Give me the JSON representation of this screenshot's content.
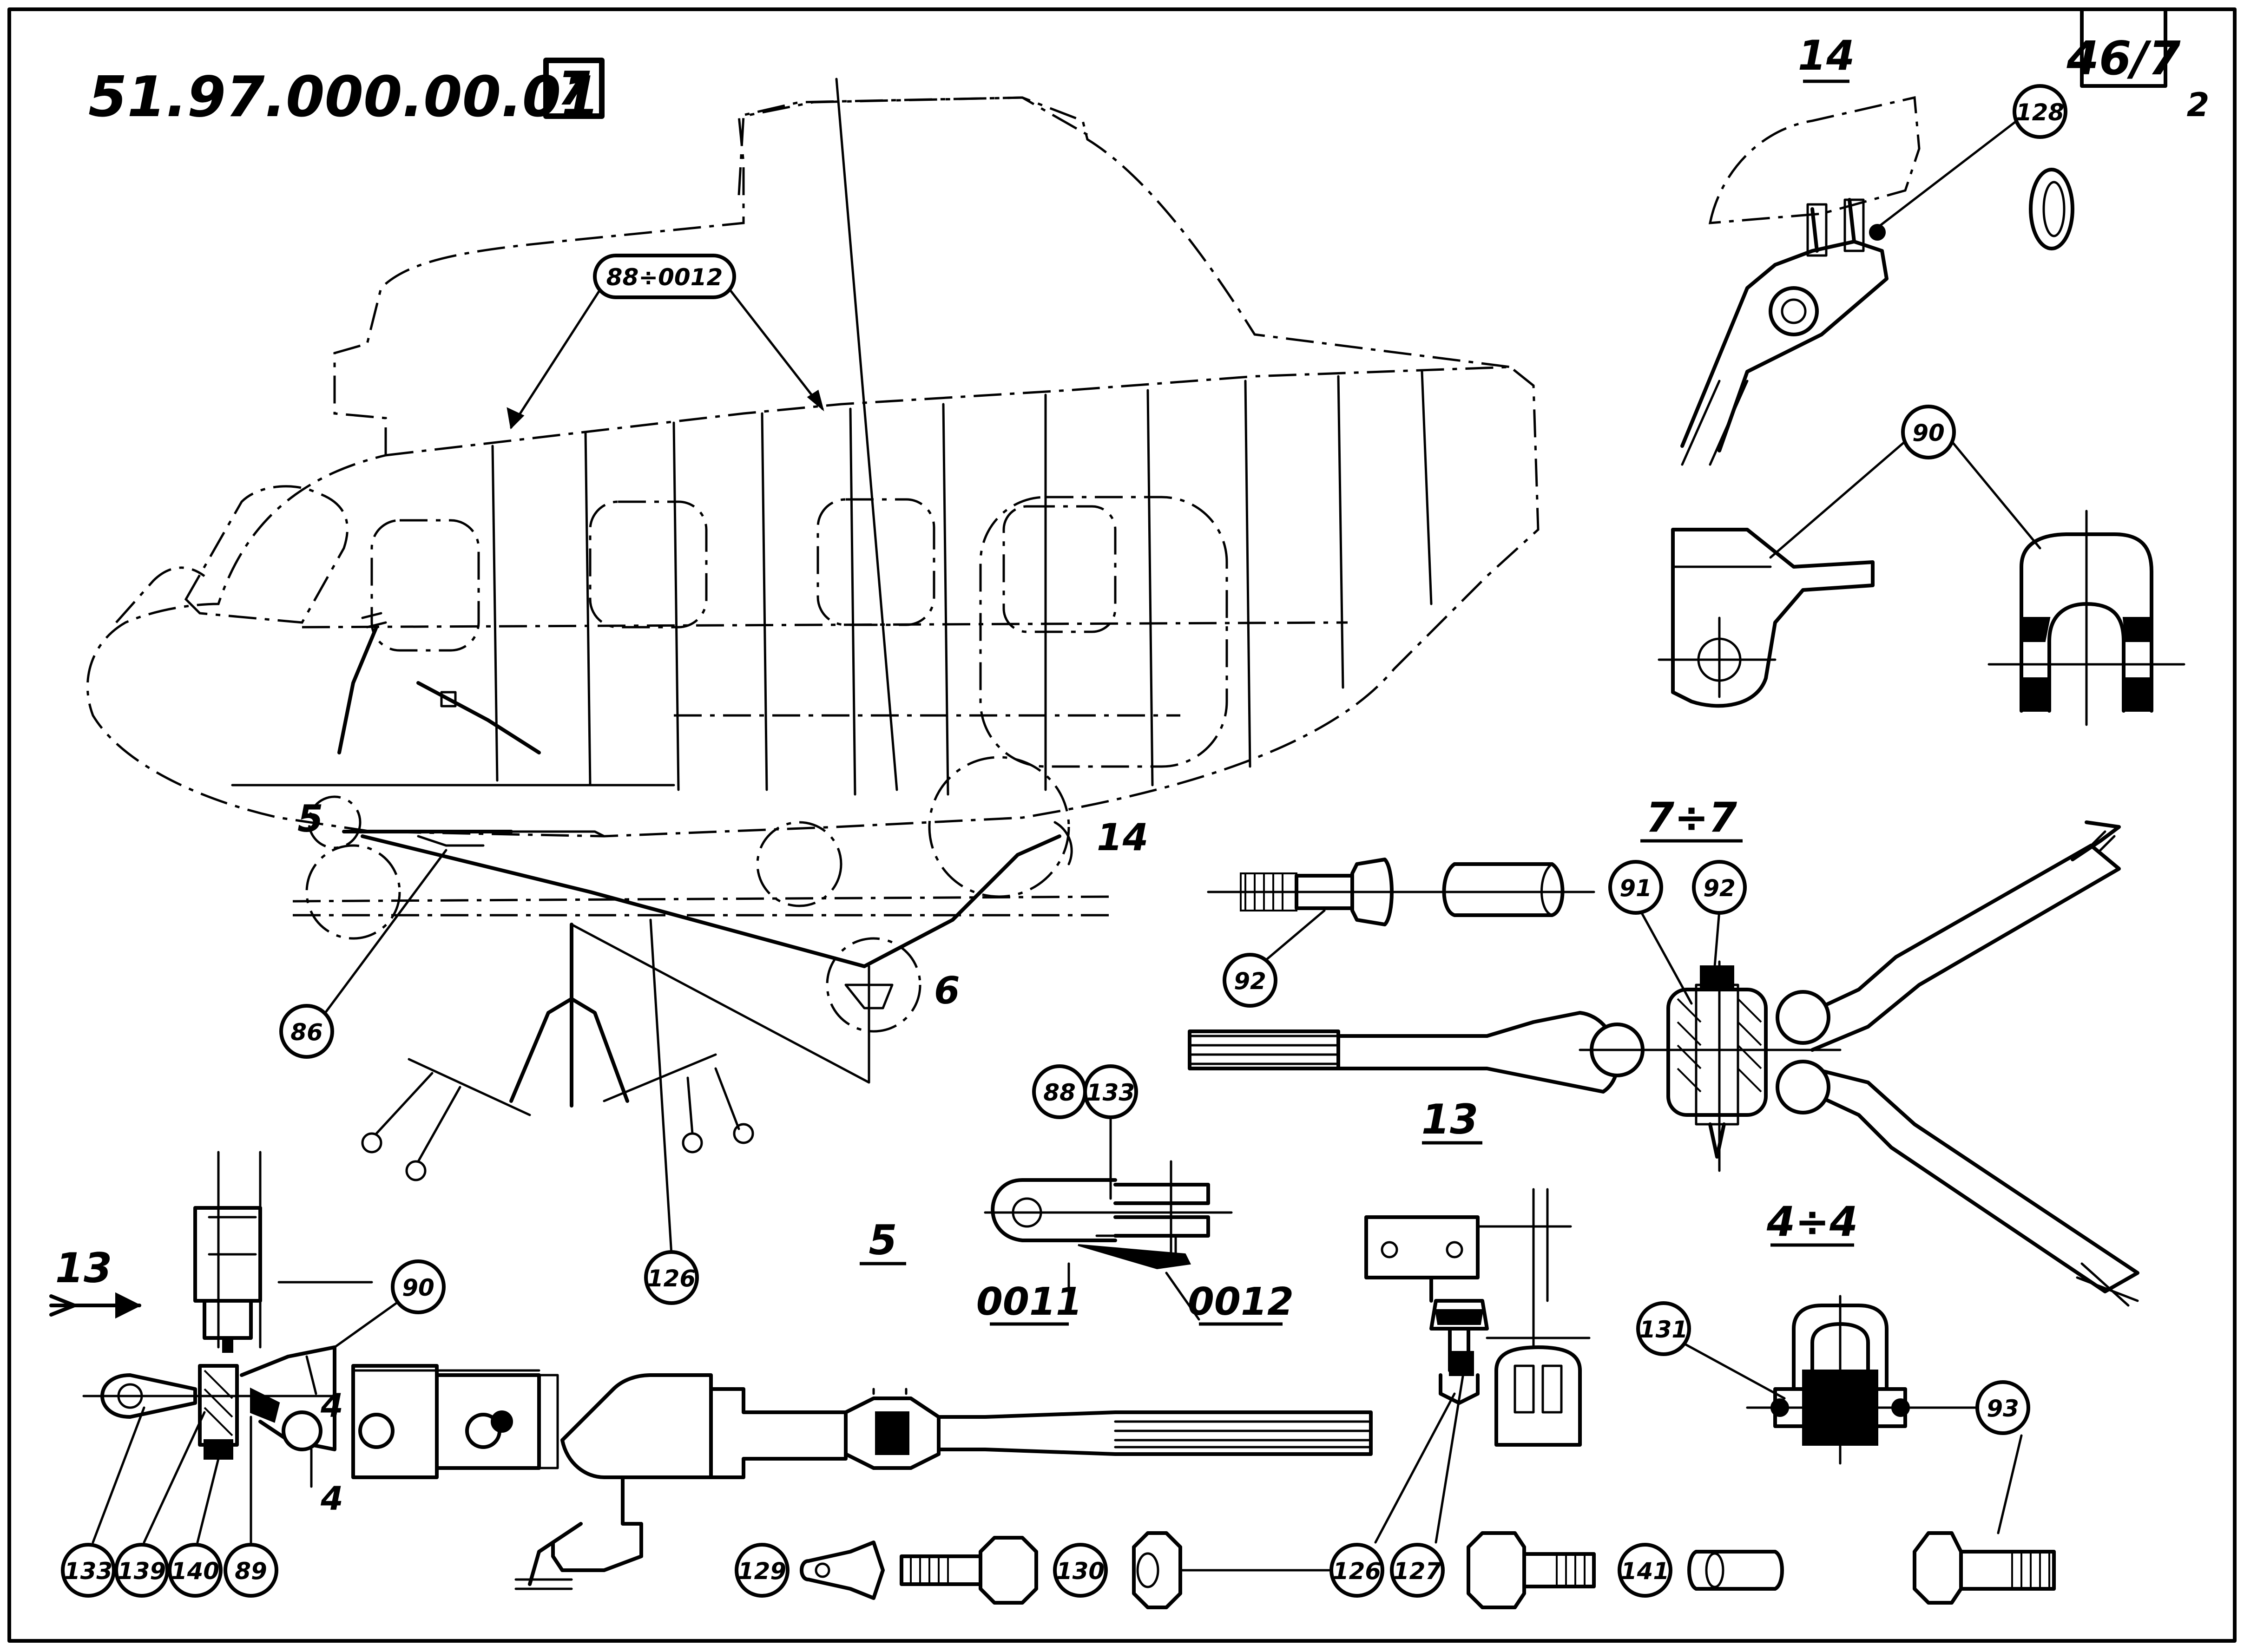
{
  "sheet": {
    "drawing_number": "51.97.000.00.01",
    "sheet_box": "7",
    "page_number": "46/7",
    "sub_number": "2"
  },
  "callouts": {
    "c88_0012": "88÷0012",
    "c86": "86",
    "c126_main": "126",
    "c90_top": "90",
    "c128": "128",
    "c91": "91",
    "c92_top": "92",
    "c92_bolt": "92",
    "c88": "88",
    "c133_top": "133",
    "c90_bottom": "90",
    "c133": "133",
    "c139": "139",
    "c140": "140",
    "c89": "89",
    "c131": "131",
    "c93_right": "93",
    "c129": "129",
    "c130": "130",
    "c126_bottom": "126",
    "c127": "127",
    "c141": "141"
  },
  "labels": {
    "mark5": "5",
    "mark6": "6",
    "mark14": "14",
    "view14": "14",
    "view77": "7÷7",
    "view13": "13",
    "view5": "5",
    "view44": "4÷4",
    "arrow13": "13",
    "mark4a": "4",
    "mark4b": "4",
    "part0011": "0011",
    "part0012": "0012"
  }
}
